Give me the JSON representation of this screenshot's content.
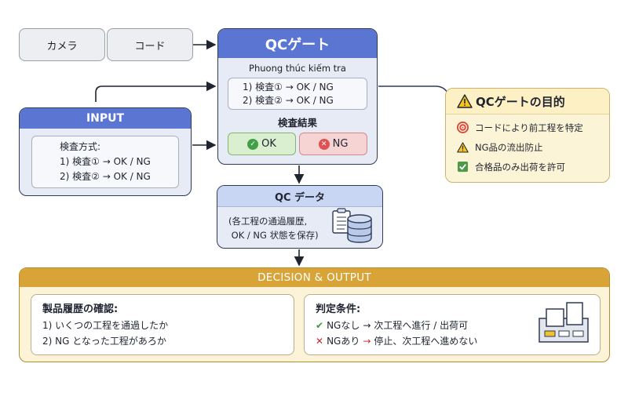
{
  "sources": {
    "camera": "カメラ",
    "code": "コード"
  },
  "qc_gate": {
    "title": "QCゲート",
    "subtitle": "Phuong thúc kiếm tra",
    "methods": [
      "1) 検査① → OK / NG",
      "2) 検査② → OK / NG"
    ],
    "result_label": "検査結果",
    "ok_label": "OK",
    "ng_label": "NG",
    "ok_color": "#4caf50",
    "ng_color": "#e05252"
  },
  "input": {
    "title": "INPUT",
    "heading": "検査方式:",
    "methods": [
      "1) 検査① → OK / NG",
      "2) 検査② → OK / NG"
    ]
  },
  "purpose": {
    "title": "QCゲートの目的",
    "items": [
      {
        "icon": "target-icon",
        "text": "コードにより前工程を特定"
      },
      {
        "icon": "warning-icon",
        "text": "NG品の流出防止"
      },
      {
        "icon": "checkbox-icon",
        "text": "合格品のみ出荷を許可"
      }
    ]
  },
  "qc_data": {
    "title": "QC データ",
    "lines": [
      "(各工程の通過履歴,",
      " OK / NG 状態を保存)"
    ]
  },
  "decision": {
    "title": "DECISION & OUTPUT",
    "history": {
      "heading": "製品履歴の確認:",
      "lines": [
        "1) いくつの工程を通過したか",
        "2) NG となった工程があろか"
      ]
    },
    "conditions": {
      "heading": "判定条件:",
      "pass": {
        "cond": "NGなし",
        "result": "次工程へ進行 / 出荷可"
      },
      "fail": {
        "cond": "NGあり",
        "result": "停止、次工程へ進めない"
      }
    }
  },
  "colors": {
    "primary_blue": "#5b76d2",
    "gold": "#d8a438",
    "pass_green": "#3a9a3a",
    "fail_red": "#c0292b"
  }
}
